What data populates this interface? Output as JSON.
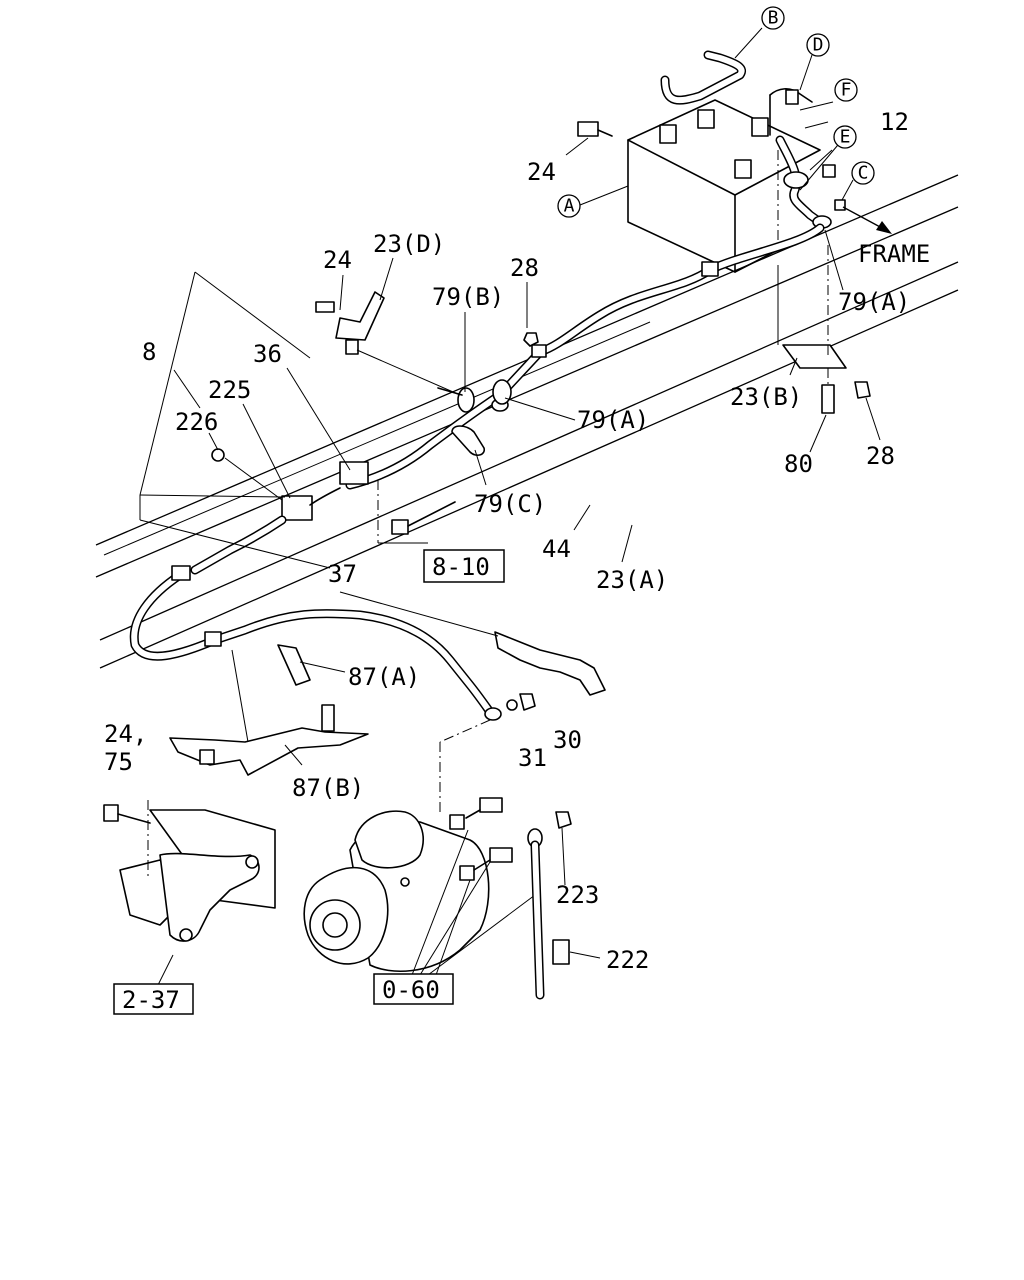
{
  "labels": {
    "l_12": "12",
    "l_24_top": "24",
    "l_24_mid": "24",
    "l_23d": "23(D)",
    "l_28_top": "28",
    "l_79b": "79(B)",
    "l_8": "8",
    "l_36": "36",
    "l_225": "225",
    "l_226": "226",
    "l_79a_right": "79(A)",
    "l_79a_mid": "79(A)",
    "l_79c": "79(C)",
    "l_23b": "23(B)",
    "l_28_right": "28",
    "l_80": "80",
    "l_44": "44",
    "l_23a": "23(A)",
    "l_37": "37",
    "l_87a": "87(A)",
    "l_24_low": "24,",
    "l_75": "75",
    "l_87b": "87(B)",
    "l_31": "31",
    "l_30": "30",
    "l_223": "223",
    "l_222": "222",
    "frame": "FRAME"
  },
  "callouts": {
    "a": "A",
    "b": "B",
    "c": "C",
    "d": "D",
    "e": "E",
    "f": "F"
  },
  "refs": {
    "r_8_10": "8-10",
    "r_0_60": "0-60",
    "r_2_37": "2-37"
  }
}
